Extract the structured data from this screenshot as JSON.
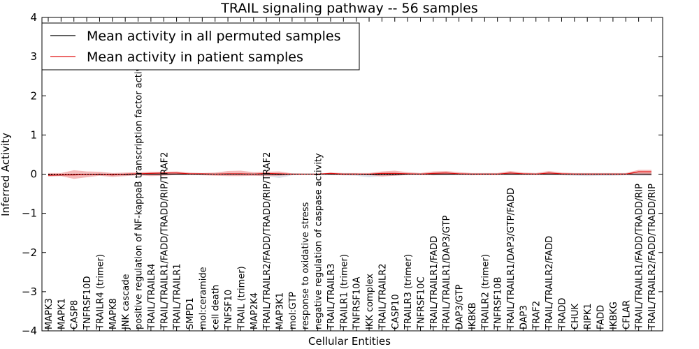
{
  "chart_data": {
    "type": "line",
    "title": "TRAIL signaling pathway -- 56 samples",
    "xlabel": "Cellular Entities",
    "ylabel": "Inferred Activity",
    "ylim": [
      -4,
      4
    ],
    "yticks": [
      -4,
      -3,
      -2,
      -1,
      0,
      1,
      2,
      3,
      4
    ],
    "ytick_labels": [
      "−4",
      "−3",
      "−2",
      "−1",
      "0",
      "1",
      "2",
      "3",
      "4"
    ],
    "grid": false,
    "legend_position": "top-left",
    "categories": [
      "MAPK3",
      "MAPK1",
      "CASP8",
      "TNFRSF10D",
      "TRAILR4 (trimer)",
      "MAPK8",
      "JNK cascade",
      "positive regulation of NF-kappaB transcription factor activity",
      "TRAIL/TRAILR4",
      "TRAIL/TRAILR1/FADD/TRADD/RIP/TRAF2",
      "TRAIL/TRAILR1",
      "SMPD1",
      "mol:ceramide",
      "cell death",
      "TNFSF10",
      "TRAIL (trimer)",
      "MAP2K4",
      "TRAIL/TRAILR2/FADD/TRADD/RIP/TRAF2",
      "MAP3K1",
      "mol:GTP",
      "response to oxidative stress",
      "negative regulation of caspase activity",
      "TRAIL/TRAILR3",
      "TRAILR1 (trimer)",
      "TNFRSF10A",
      "IKK complex",
      "TRAIL/TRAILR2",
      "CASP10",
      "TRAILR3 (trimer)",
      "TNFRSF10C",
      "TRAIL/TRAILR1/FADD",
      "TRAIL/TRAILR1/DAP3/GTP",
      "DAP3/GTP",
      "IKBKB",
      "TRAILR2 (trimer)",
      "TNFRSF10B",
      "TRAIL/TRAILR1/DAP3/GTP/FADD",
      "DAP3",
      "TRAF2",
      "TRAIL/TRAILR2/FADD",
      "TRADD",
      "CHUK",
      "RIPK1",
      "FADD",
      "IKBKG",
      "CFLAR",
      "TRAIL/TRAILR1/FADD/TRADD/RIP",
      "TRAIL/TRAILR2/FADD/TRADD/RIP"
    ],
    "series": [
      {
        "name": "Mean activity in all permuted samples",
        "color": "#000000",
        "values": [
          -0.02,
          -0.02,
          -0.01,
          -0.01,
          -0.01,
          -0.01,
          -0.01,
          0.0,
          0.0,
          0.0,
          0.0,
          0.0,
          0.0,
          0.0,
          0.0,
          0.0,
          0.0,
          0.0,
          -0.01,
          0.0,
          0.0,
          0.0,
          0.0,
          0.0,
          0.0,
          -0.01,
          -0.01,
          -0.01,
          0.0,
          0.0,
          0.0,
          0.0,
          0.0,
          0.0,
          0.0,
          0.0,
          0.0,
          0.0,
          0.0,
          0.0,
          0.0,
          0.0,
          0.0,
          0.0,
          0.0,
          0.0,
          0.0,
          0.0
        ],
        "band_lower": [
          -0.05,
          -0.04,
          -0.03,
          -0.04,
          -0.03,
          -0.05,
          -0.04,
          -0.02,
          -0.03,
          -0.03,
          -0.02,
          -0.02,
          -0.02,
          -0.02,
          -0.03,
          -0.03,
          -0.04,
          -0.05,
          -0.1,
          -0.03,
          -0.01,
          -0.01,
          -0.02,
          -0.03,
          -0.04,
          -0.08,
          -0.05,
          -0.04,
          -0.02,
          -0.02,
          -0.03,
          -0.03,
          -0.02,
          -0.03,
          -0.02,
          -0.02,
          -0.02,
          -0.02,
          -0.02,
          -0.02,
          -0.03,
          -0.04,
          -0.05,
          -0.04,
          -0.04,
          -0.03,
          -0.04,
          -0.04
        ],
        "band_upper": [
          0.01,
          0.01,
          0.01,
          0.02,
          0.02,
          0.02,
          0.02,
          0.02,
          0.02,
          0.02,
          0.02,
          0.02,
          0.02,
          0.02,
          0.02,
          0.02,
          0.02,
          0.03,
          0.02,
          0.01,
          0.01,
          0.01,
          0.02,
          0.02,
          0.02,
          0.02,
          0.02,
          0.03,
          0.02,
          0.02,
          0.02,
          0.02,
          0.02,
          0.02,
          0.02,
          0.02,
          0.02,
          0.02,
          0.02,
          0.02,
          0.02,
          0.02,
          0.02,
          0.02,
          0.02,
          0.02,
          0.02,
          0.02
        ]
      },
      {
        "name": "Mean activity in patient samples",
        "color": "#e01010",
        "values": [
          -0.03,
          -0.02,
          -0.02,
          -0.01,
          0.0,
          -0.02,
          0.0,
          0.01,
          0.02,
          0.03,
          0.03,
          0.01,
          0.01,
          0.0,
          0.01,
          0.01,
          0.0,
          0.02,
          0.01,
          0.0,
          0.0,
          0.0,
          0.02,
          0.0,
          0.0,
          0.0,
          0.02,
          0.02,
          0.01,
          0.0,
          0.02,
          0.03,
          0.01,
          0.0,
          0.0,
          0.0,
          0.03,
          0.01,
          0.0,
          0.03,
          0.01,
          0.0,
          0.0,
          0.0,
          0.0,
          0.0,
          0.06,
          0.06
        ],
        "band_lower": [
          -0.06,
          -0.05,
          -0.12,
          -0.08,
          -0.04,
          -0.07,
          -0.05,
          -0.03,
          -0.05,
          -0.04,
          -0.02,
          -0.02,
          -0.03,
          -0.04,
          -0.05,
          -0.05,
          -0.04,
          -0.05,
          -0.04,
          -0.02,
          -0.01,
          -0.01,
          -0.02,
          -0.03,
          -0.02,
          -0.02,
          -0.06,
          -0.04,
          -0.02,
          -0.02,
          -0.03,
          -0.02,
          -0.02,
          -0.02,
          -0.02,
          -0.02,
          -0.02,
          -0.02,
          -0.02,
          -0.02,
          -0.02,
          -0.02,
          -0.02,
          -0.02,
          -0.02,
          -0.02,
          -0.02,
          -0.03
        ],
        "band_upper": [
          0.03,
          0.03,
          0.1,
          0.07,
          0.06,
          0.03,
          0.04,
          0.05,
          0.06,
          0.06,
          0.07,
          0.04,
          0.03,
          0.04,
          0.08,
          0.09,
          0.05,
          0.06,
          0.07,
          0.02,
          0.01,
          0.01,
          0.04,
          0.03,
          0.03,
          0.03,
          0.07,
          0.09,
          0.05,
          0.03,
          0.07,
          0.08,
          0.05,
          0.03,
          0.03,
          0.03,
          0.08,
          0.04,
          0.03,
          0.08,
          0.04,
          0.03,
          0.03,
          0.03,
          0.03,
          0.03,
          0.11,
          0.11
        ]
      }
    ]
  }
}
